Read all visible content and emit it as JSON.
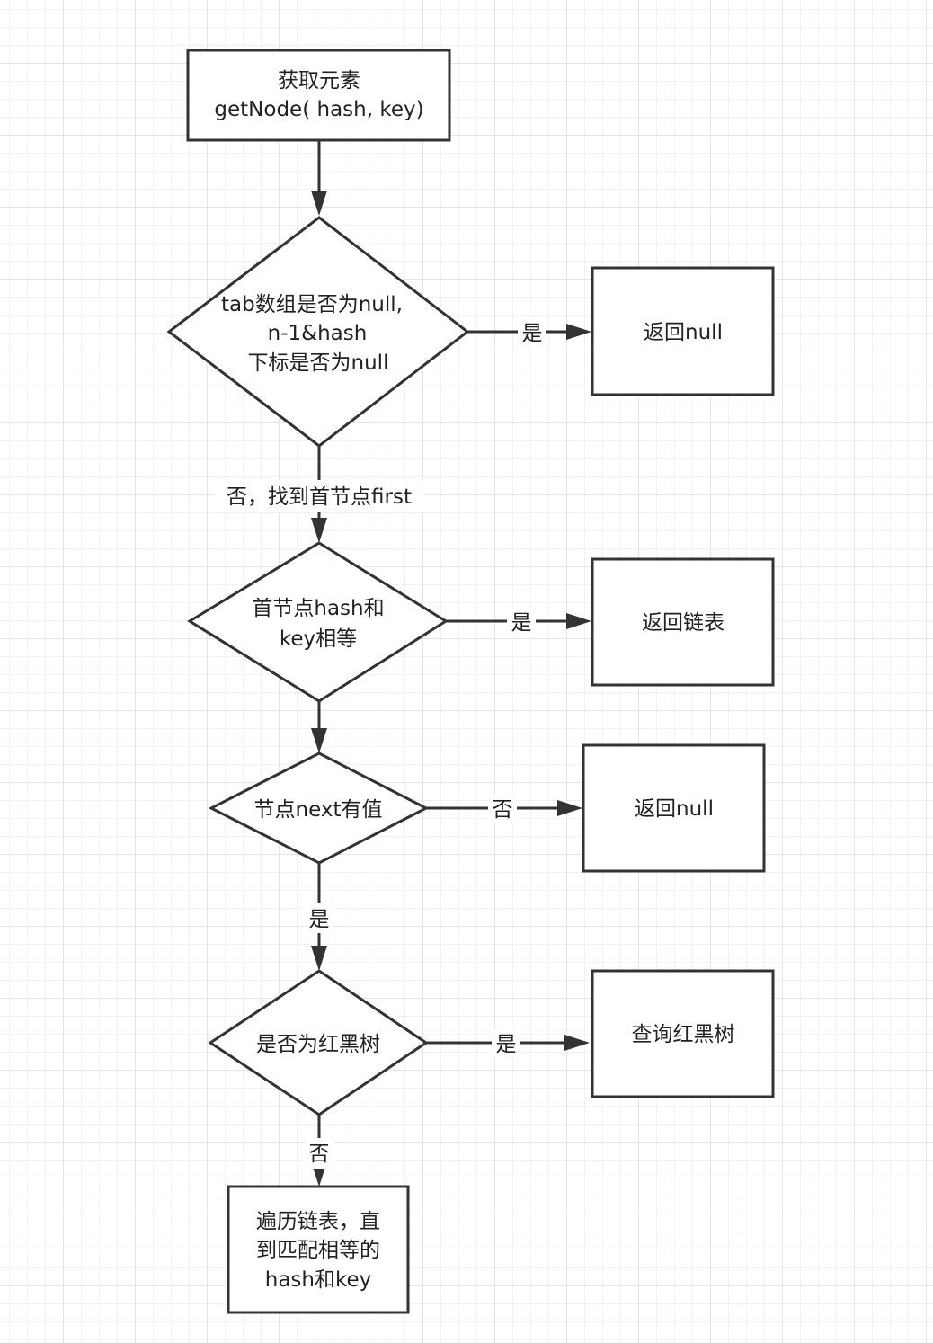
{
  "nodes": {
    "start": {
      "lines": [
        "获取元素",
        "getNode( hash, key)"
      ]
    },
    "check_tab": {
      "lines": [
        "tab数组是否为null,",
        "n-1&hash",
        "下标是否为null"
      ]
    },
    "return_null_1": {
      "lines": [
        "返回null"
      ]
    },
    "check_first": {
      "lines": [
        "首节点hash和",
        "key相等"
      ]
    },
    "return_list": {
      "lines": [
        "返回链表"
      ]
    },
    "check_next": {
      "lines": [
        "节点next有值"
      ]
    },
    "return_null_2": {
      "lines": [
        "返回null"
      ]
    },
    "check_tree": {
      "lines": [
        "是否为红黑树"
      ]
    },
    "query_tree": {
      "lines": [
        "查询红黑树"
      ]
    },
    "traverse": {
      "lines": [
        "遍历链表，直",
        "到匹配相等的",
        "hash和key"
      ]
    }
  },
  "edges": {
    "tab_yes": "是",
    "tab_no": "否，找到首节点first",
    "first_yes": "是",
    "next_no": "否",
    "next_yes": "是",
    "tree_yes": "是",
    "tree_no": "否"
  }
}
